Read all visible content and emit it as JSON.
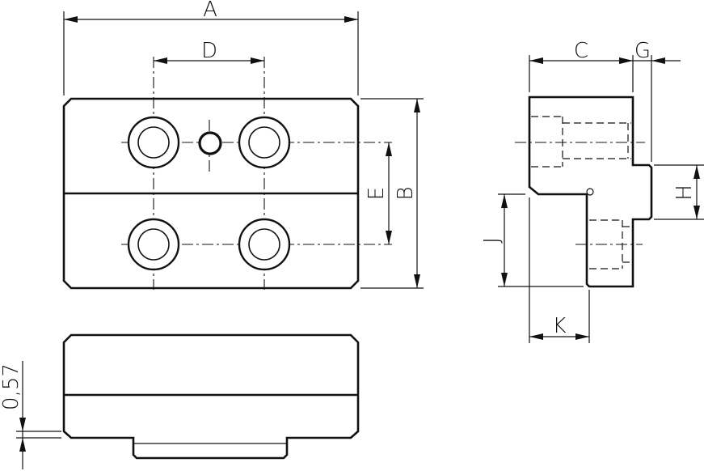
{
  "dimensions": {
    "a": "A",
    "b": "B",
    "c": "C",
    "d": "D",
    "e": "E",
    "g": "G",
    "h": "H",
    "j": "J",
    "k": "K",
    "offset": "0,57"
  }
}
